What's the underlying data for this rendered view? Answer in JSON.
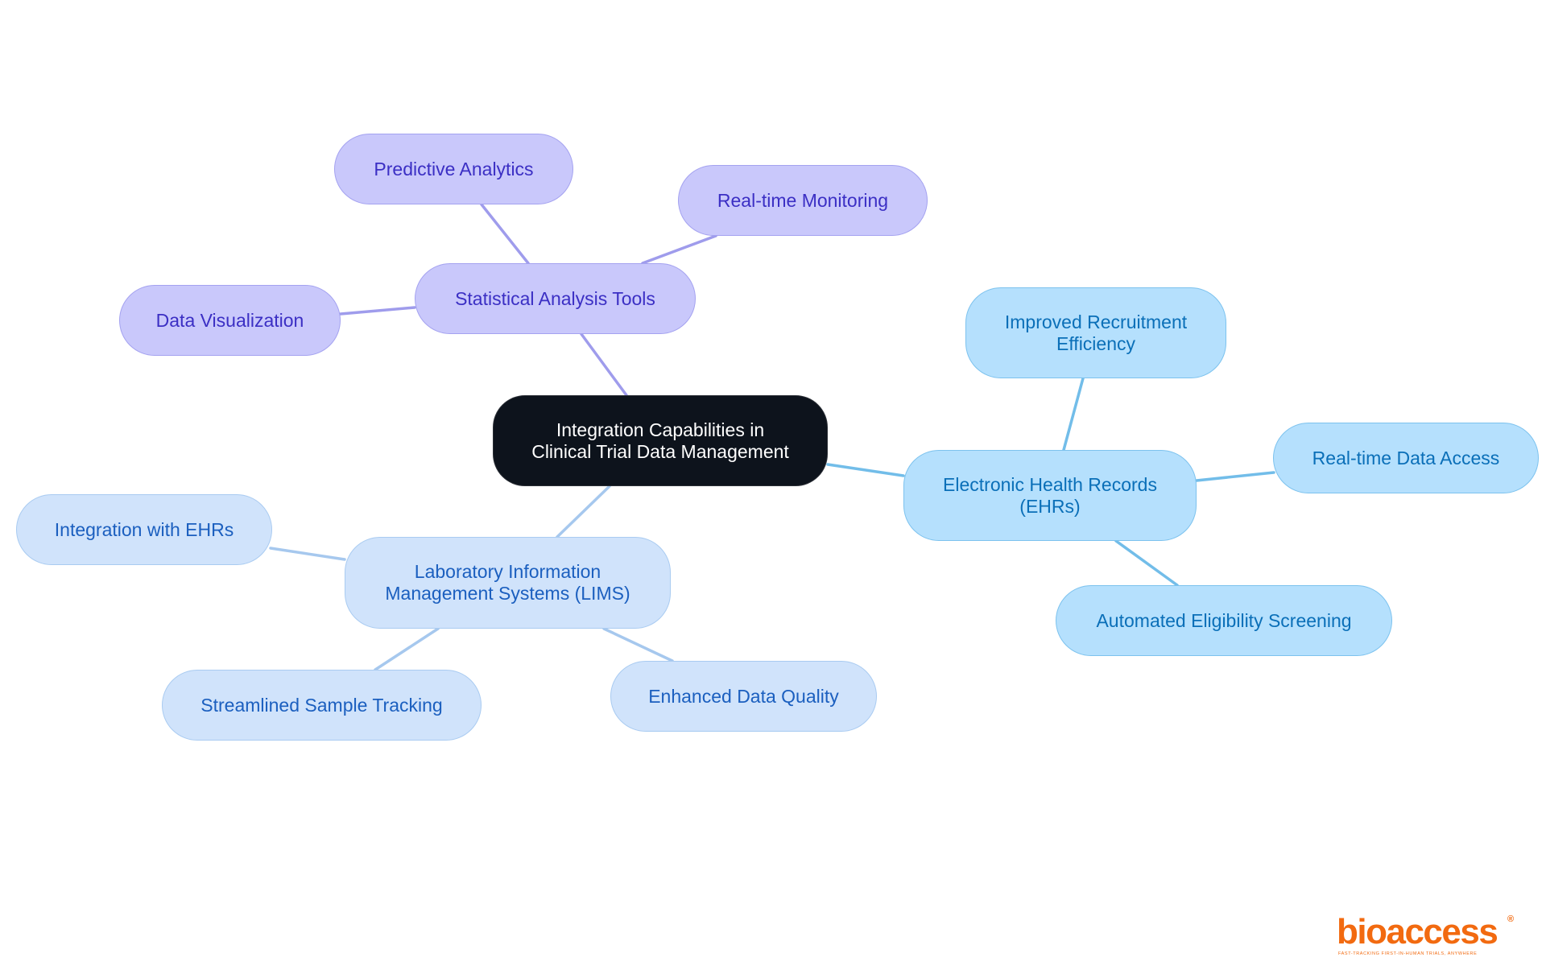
{
  "colors": {
    "root_bg": "#0d131c",
    "purple_bg": "#c9c8fb",
    "purple_border": "#a4a2f0",
    "purple_text": "#3b2fc4",
    "purple_line": "#9f9cec",
    "lightblue_bg": "#d0e3fb",
    "lightblue_border": "#a9cbf1",
    "lightblue_text": "#1b5fbf",
    "lightblue_line": "#a6c8ee",
    "skyblue_bg": "#b5e0fd",
    "skyblue_border": "#7cc2ee",
    "skyblue_text": "#0a6fb8",
    "skyblue_line": "#72bde9",
    "logo": "#f26a10"
  },
  "diagram": {
    "root": {
      "label": "Integration Capabilities in\nClinical Trial Data Management"
    },
    "branches": [
      {
        "id": "statistical",
        "label": "Statistical Analysis Tools",
        "color": "purple",
        "children": [
          {
            "id": "predictive",
            "label": "Predictive Analytics"
          },
          {
            "id": "realtime-monitoring",
            "label": "Real-time Monitoring"
          },
          {
            "id": "data-visualization",
            "label": "Data Visualization"
          }
        ]
      },
      {
        "id": "lims",
        "label": "Laboratory Information\nManagement Systems (LIMS)",
        "color": "lightblue",
        "children": [
          {
            "id": "integration-ehrs",
            "label": "Integration with EHRs"
          },
          {
            "id": "sample-tracking",
            "label": "Streamlined Sample Tracking"
          },
          {
            "id": "data-quality",
            "label": "Enhanced Data Quality"
          }
        ]
      },
      {
        "id": "ehr",
        "label": "Electronic Health Records\n(EHRs)",
        "color": "skyblue",
        "children": [
          {
            "id": "recruitment",
            "label": "Improved Recruitment\nEfficiency"
          },
          {
            "id": "data-access",
            "label": "Real-time Data Access"
          },
          {
            "id": "eligibility",
            "label": "Automated Eligibility Screening"
          }
        ]
      }
    ]
  },
  "logo": {
    "wordmark": "bioaccess",
    "registered": "®",
    "tagline": "FAST-TRACKING FIRST-IN-HUMAN TRIALS, ANYWHERE"
  }
}
